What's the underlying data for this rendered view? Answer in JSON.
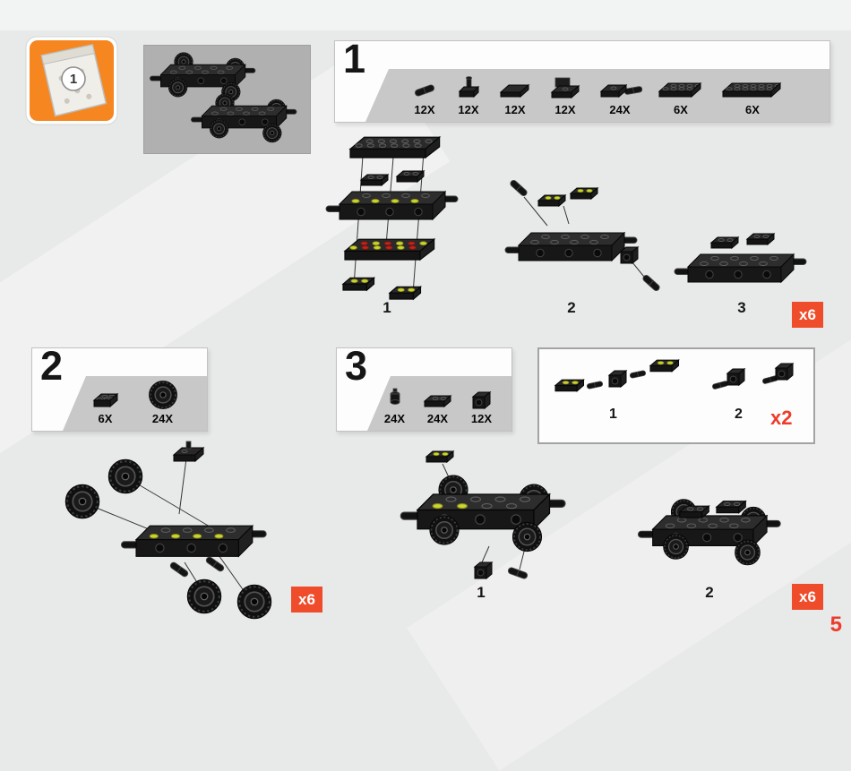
{
  "page": {
    "number": "5"
  },
  "bag": {
    "number": "1"
  },
  "colors": {
    "accent": "#ef4c2b",
    "band_gray": "#c8c8c8",
    "stud_yellow": "#ccd42e",
    "stud_red": "#bf231c"
  },
  "steps": {
    "s1": {
      "number": "1",
      "parts": [
        {
          "name": "pin",
          "count": "12X"
        },
        {
          "name": "pin-with-stud",
          "count": "12X"
        },
        {
          "name": "tile-2x2",
          "count": "12X"
        },
        {
          "name": "bracket-plate",
          "count": "12X"
        },
        {
          "name": "plate-with-pin",
          "count": "24X"
        },
        {
          "name": "plate-2x4",
          "count": "6X"
        },
        {
          "name": "plate-2x6",
          "count": "6X"
        }
      ],
      "substeps": [
        "1",
        "2",
        "3"
      ],
      "multiplier": "x6"
    },
    "s2": {
      "number": "2",
      "parts": [
        {
          "name": "plate-2x2",
          "count": "6X"
        },
        {
          "name": "train-wheel",
          "count": "24X"
        }
      ],
      "multiplier": "x6"
    },
    "s3": {
      "number": "3",
      "parts": [
        {
          "name": "half-pin",
          "count": "24X"
        },
        {
          "name": "plate-1x2",
          "count": "24X"
        },
        {
          "name": "brick-1x1",
          "count": "12X"
        }
      ],
      "substeps": [
        "1",
        "2"
      ],
      "multiplier": "x6"
    }
  },
  "subassembly": {
    "substeps": [
      "1",
      "2"
    ],
    "multiplier": "x2"
  }
}
